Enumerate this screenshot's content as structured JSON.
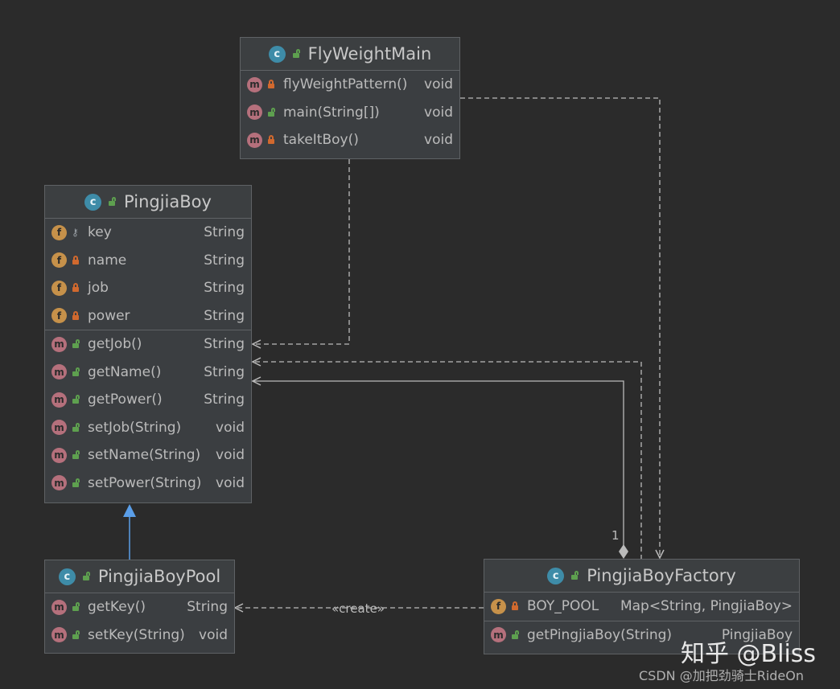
{
  "classes": {
    "flyweight_main": {
      "name": "FlyWeightMain",
      "members": [
        {
          "name": "flyWeightPattern()",
          "type": "void"
        },
        {
          "name": "main(String[])",
          "type": "void"
        },
        {
          "name": "takeItBoy()",
          "type": "void"
        }
      ]
    },
    "pingjia_boy": {
      "name": "PingjiaBoy",
      "fields": [
        {
          "name": "key",
          "type": "String"
        },
        {
          "name": "name",
          "type": "String"
        },
        {
          "name": "job",
          "type": "String"
        },
        {
          "name": "power",
          "type": "String"
        }
      ],
      "methods": [
        {
          "name": "getJob()",
          "type": "String"
        },
        {
          "name": "getName()",
          "type": "String"
        },
        {
          "name": "getPower()",
          "type": "String"
        },
        {
          "name": "setJob(String)",
          "type": "void"
        },
        {
          "name": "setName(String)",
          "type": "void"
        },
        {
          "name": "setPower(String)",
          "type": "void"
        }
      ]
    },
    "pingjia_boy_pool": {
      "name": "PingjiaBoyPool",
      "methods": [
        {
          "name": "getKey()",
          "type": "String"
        },
        {
          "name": "setKey(String)",
          "type": "void"
        }
      ]
    },
    "pingjia_boy_factory": {
      "name": "PingjiaBoyFactory",
      "fields": [
        {
          "name": "BOY_POOL",
          "type": "Map<String, PingjiaBoy>"
        }
      ],
      "methods": [
        {
          "name": "getPingjiaBoy(String)",
          "type": "PingjiaBoy"
        }
      ]
    }
  },
  "relations": {
    "create_label": "«create»",
    "multiplicity": "1"
  },
  "watermark": {
    "zhihu": "知乎 @Bliss",
    "csdn": "CSDN @加把劲骑士RideOn"
  },
  "icons": {
    "class": "class-icon",
    "method": "method-icon",
    "field": "field-icon"
  }
}
